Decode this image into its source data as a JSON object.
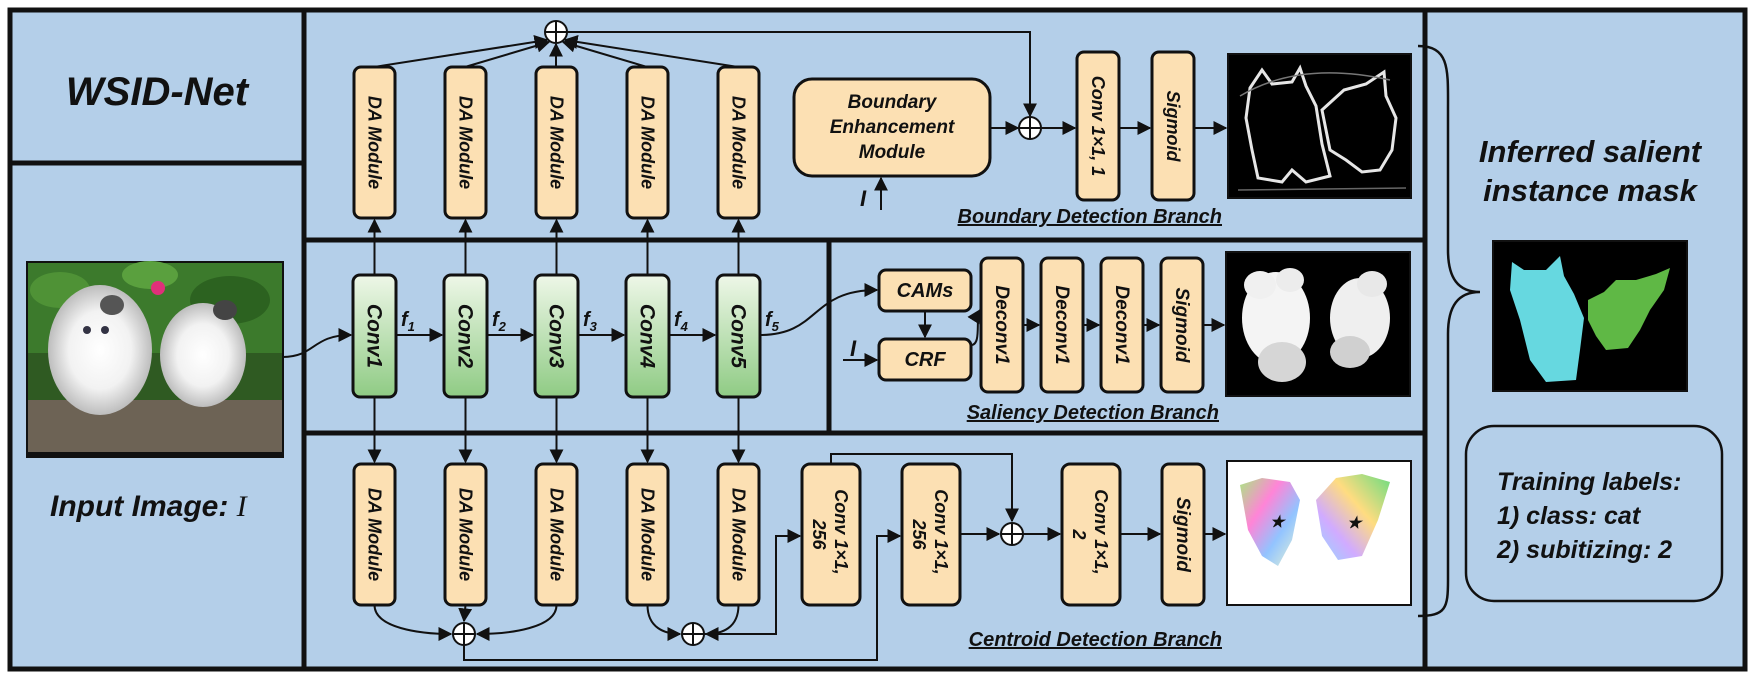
{
  "title": "WSID-Net",
  "input_label": "Input Image: ",
  "input_symbol": "I",
  "output_title_line1": "Inferred salient",
  "output_title_line2": "instance mask",
  "training": {
    "line1": "Training labels:",
    "line2": "1) class: cat",
    "line3": "2) subitizing: 2"
  },
  "convs": [
    "Conv1",
    "Conv2",
    "Conv3",
    "Conv4",
    "Conv5"
  ],
  "features": [
    "f",
    "f",
    "f",
    "f",
    "f"
  ],
  "feature_subs": [
    "1",
    "2",
    "3",
    "4",
    "5"
  ],
  "da_label": "DA Module",
  "boundary": {
    "branch_label": "Boundary Detection Branch",
    "bem_lines": [
      "Boundary",
      "Enhancement",
      "Module"
    ],
    "conv_label": "Conv 1×1, 1",
    "sigmoid_label": "Sigmoid",
    "bem_input": "I"
  },
  "saliency": {
    "branch_label": "Saliency Detection Branch",
    "cams_label": "CAMs",
    "crf_label": "CRF",
    "crf_input": "I",
    "deconv_labels": [
      "Deconv1",
      "Deconv1",
      "Deconv1"
    ],
    "sigmoid_label": "Sigmoid"
  },
  "centroid": {
    "branch_label": "Centroid Detection Branch",
    "conv_a_lines": [
      "Conv 1×1,",
      "256"
    ],
    "conv_b_lines": [
      "Conv 1×1,",
      "256"
    ],
    "conv_c_lines": [
      "Conv 1×1,",
      "2"
    ],
    "sigmoid_label": "Sigmoid"
  },
  "colors": {
    "panel": "#b4cfe9",
    "module_fill": "#fce0b3",
    "conv_top": "#eef7e8",
    "conv_bottom": "#8fcb84",
    "mask_instance_1": "#66d8e0",
    "mask_instance_2": "#5fb845"
  }
}
